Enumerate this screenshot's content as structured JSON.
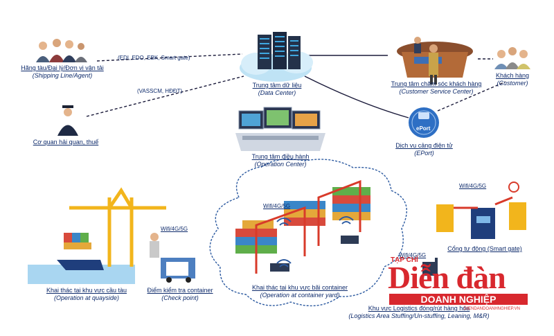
{
  "nodes": {
    "shipping": {
      "vi": "Hãng tàu/Đại lý/Đơn vị vận tải",
      "en": "(Shipping Line/Agent)"
    },
    "data_center": {
      "vi": "Trung tâm dữ liệu",
      "en": "(Data Center)"
    },
    "customer_service": {
      "vi": "Trung tâm chăm sóc khách hàng",
      "en": "(Customer Service Center)"
    },
    "customer": {
      "vi": "Khách hàng",
      "en": "(Customer)"
    },
    "customs": {
      "vi": "Cơ quan hải quan, thuế"
    },
    "operation": {
      "vi": "Trung tâm điều hành",
      "en": "(Operation Center)"
    },
    "eport": {
      "vi": "Dịch vụ cảng điện tử",
      "en": "(EPort)",
      "logo": "ePort"
    },
    "quayside": {
      "vi": "Khai thác tại khu vực cầu tàu",
      "en": "(Operation at quayside)"
    },
    "checkpoint": {
      "vi": "Điểm kiểm tra container",
      "en": "(Check point)"
    },
    "yard": {
      "vi": "Khai thác tại khu vực bãi container",
      "en": "(Operation at container yard)"
    },
    "smart_gate": {
      "vi": "Cổng tự động (Smart gate)"
    },
    "logistics": {
      "vi": "Khu vực Logistics đóng/rút hàng hóa",
      "en": "(Logistics Area Stuffing/Un-stuffing, Leaning, M&R)"
    }
  },
  "connections": {
    "shipping_dc": "(EDI, EDO, EBK, Smart gate)",
    "customs_dc": "(VASSCM, HĐĐT)"
  },
  "wireless": {
    "gate": "Wifi/4G/5G",
    "yard": "Wifi/4G/5G",
    "checkpoint": "Wifi/4G/5G",
    "logistics": "Wifi/4G/5G"
  },
  "watermark": {
    "top": "TẠP CHÍ",
    "main": "Diễn đàn",
    "band": "DOANH NGHIỆP",
    "url": "DIENDANDOANHNGHIEP.VN"
  },
  "colors": {
    "text": "#0d2a6b",
    "crane": "#f2b51c",
    "cloud_stroke": "#2c5aa0",
    "watermark": "#d8282e"
  }
}
